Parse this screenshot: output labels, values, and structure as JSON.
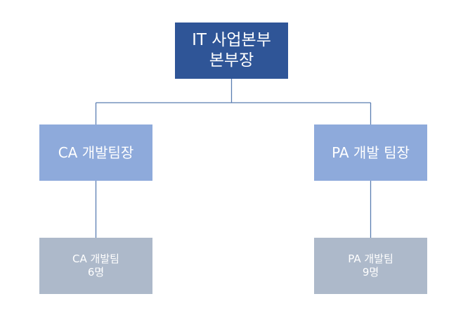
{
  "colors": {
    "root_fill": "#2f5597",
    "mid_fill": "#8eaadb",
    "leaf_fill": "#adb9ca",
    "connector": "#5b7db1",
    "text": "#ffffff"
  },
  "org_chart": {
    "root": {
      "line1": "IT 사업본부",
      "line2": "본부장"
    },
    "managers": [
      {
        "label": "CA 개발팀장"
      },
      {
        "label": "PA 개발 팀장"
      }
    ],
    "teams": [
      {
        "name": "CA 개발팀",
        "headcount": "6명"
      },
      {
        "name": "PA 개발팀",
        "headcount": "9명"
      }
    ]
  }
}
